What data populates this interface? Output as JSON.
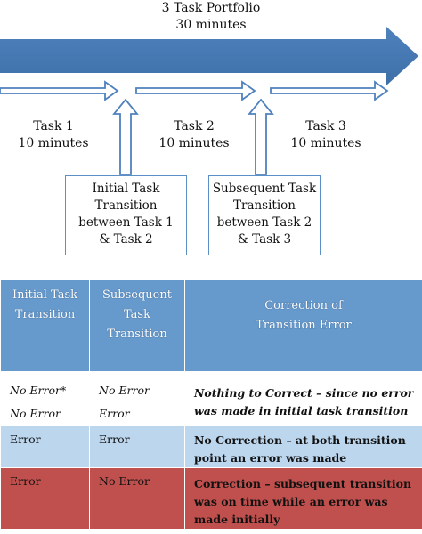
{
  "diagram": {
    "title_line1": "3 Task Portfolio",
    "title_line2": "30 minutes",
    "tasks": [
      {
        "name": "Task 1",
        "duration": "10 minutes"
      },
      {
        "name": "Task 2",
        "duration": "10 minutes"
      },
      {
        "name": "Task 3",
        "duration": "10 minutes"
      }
    ],
    "transitions": [
      {
        "line1": "Initial Task",
        "line2": "Transition",
        "line3": "between Task 1",
        "line4": "& Task 2"
      },
      {
        "line1": "Subsequent Task",
        "line2": "Transition",
        "line3": "between Task 2",
        "line4": "& Task 3"
      }
    ],
    "arrow_color": "#4f81bd"
  },
  "table": {
    "headers": [
      {
        "line1": "Initial Task",
        "line2": "Transition"
      },
      {
        "line1": "Subsequent",
        "line2": "Task",
        "line3": "Transition"
      },
      {
        "line1": "Correction of",
        "line2": "Transition Error"
      }
    ],
    "rows": [
      {
        "initial_a": "No Error*",
        "initial_b": "No Error",
        "subsequent_a": "No Error",
        "subsequent_b": "Error",
        "correction_bold": "Nothing to Correct",
        "correction_rest": " – since no error was made in initial task transition"
      },
      {
        "initial": "Error",
        "subsequent": "Error",
        "correction_bold": "No Correction",
        "correction_rest": " – at both transition point an error was made"
      },
      {
        "initial": "Error",
        "subsequent": "No Error",
        "correction_bold": "Correction",
        "correction_rest": " – subsequent transition was on time while an error was made initially"
      }
    ],
    "colors": {
      "header": "#6699cc",
      "row_error": "#bcd6ee",
      "row_correction": "#c0504d"
    }
  }
}
